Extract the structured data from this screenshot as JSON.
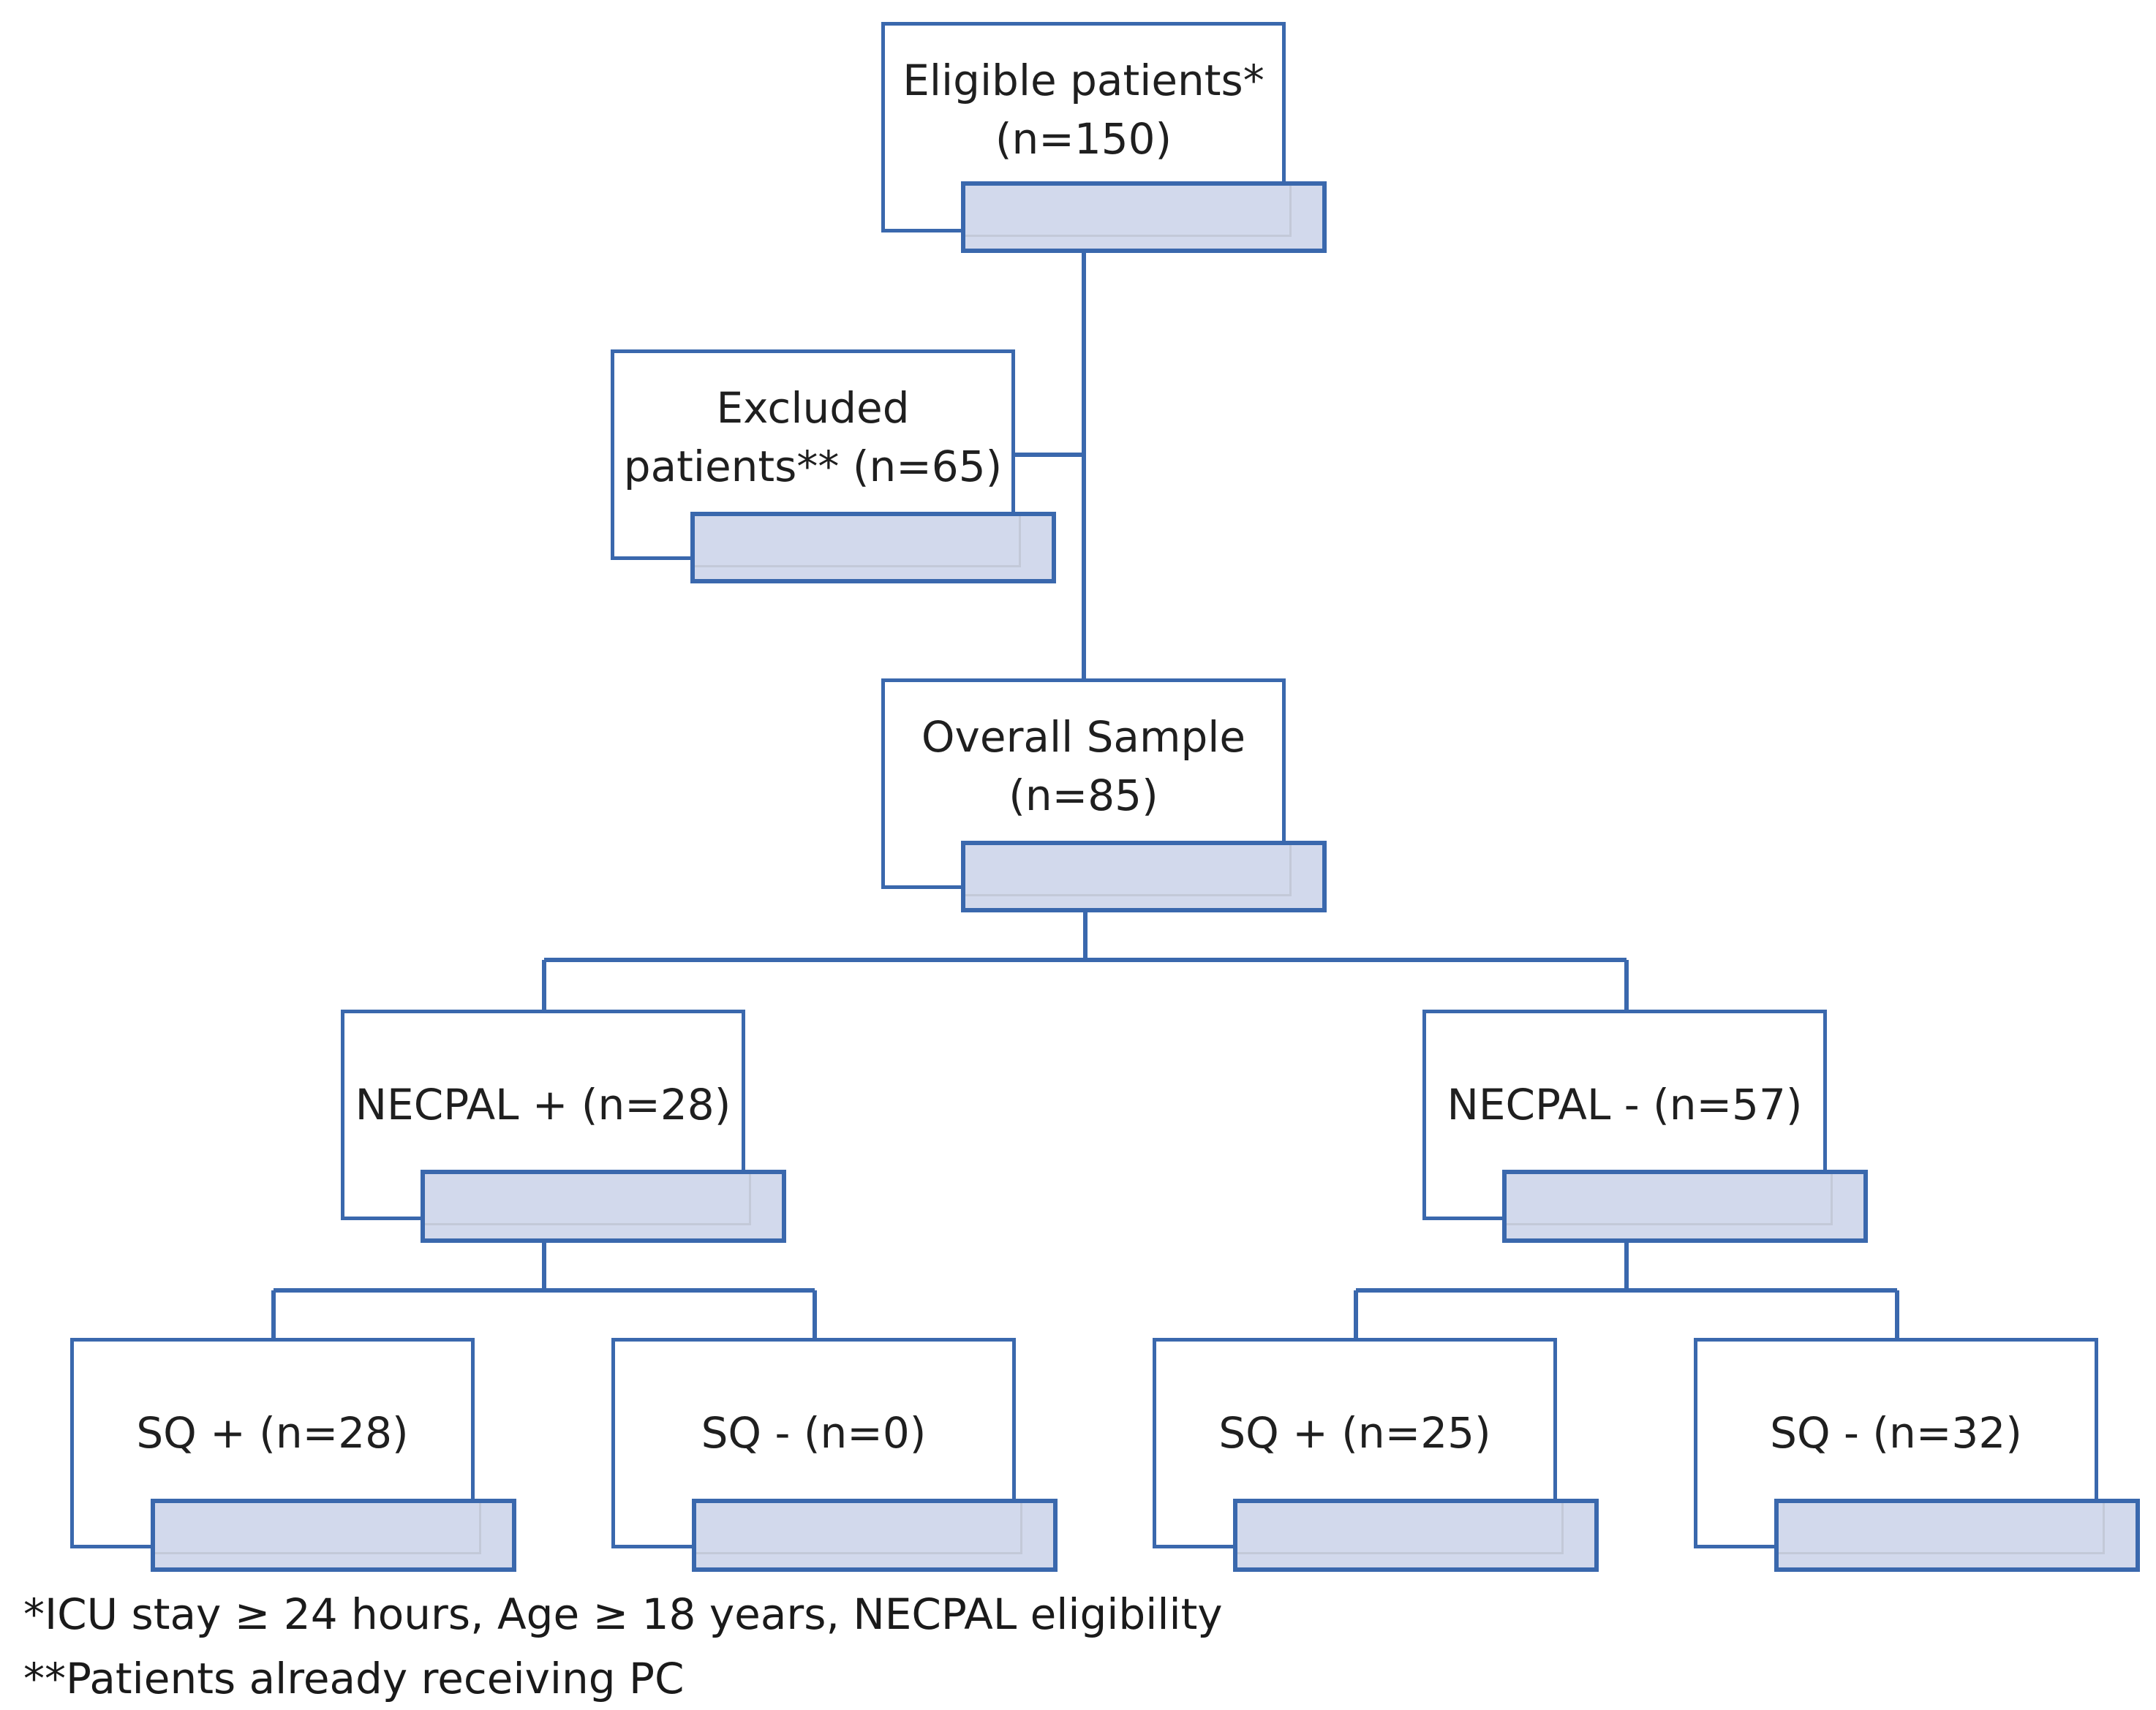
{
  "nodes": {
    "eligible": {
      "line1": "Eligible patients*",
      "line2": "(n=150)"
    },
    "excluded": {
      "line1": "Excluded",
      "line2": "patients** (n=65)"
    },
    "overall": {
      "line1": "Overall Sample",
      "line2": "(n=85)"
    },
    "necpal_pos": {
      "label": "NECPAL + (n=28)"
    },
    "necpal_neg": {
      "label": "NECPAL - (n=57)"
    },
    "sq_pos_1": {
      "label": "SQ + (n=28)"
    },
    "sq_neg_1": {
      "label": "SQ - (n=0)"
    },
    "sq_pos_2": {
      "label": "SQ + (n=25)"
    },
    "sq_neg_2": {
      "label": "SQ - (n=32)"
    }
  },
  "footnotes": {
    "note1": "*ICU stay ≥ 24 hours, Age ≥ 18 years, NECPAL eligibility",
    "note2": "**Patients already receiving PC"
  },
  "colors": {
    "border": "#3a68ad",
    "tab_fill": "#d2d9ec",
    "text": "#1f1f1f"
  }
}
